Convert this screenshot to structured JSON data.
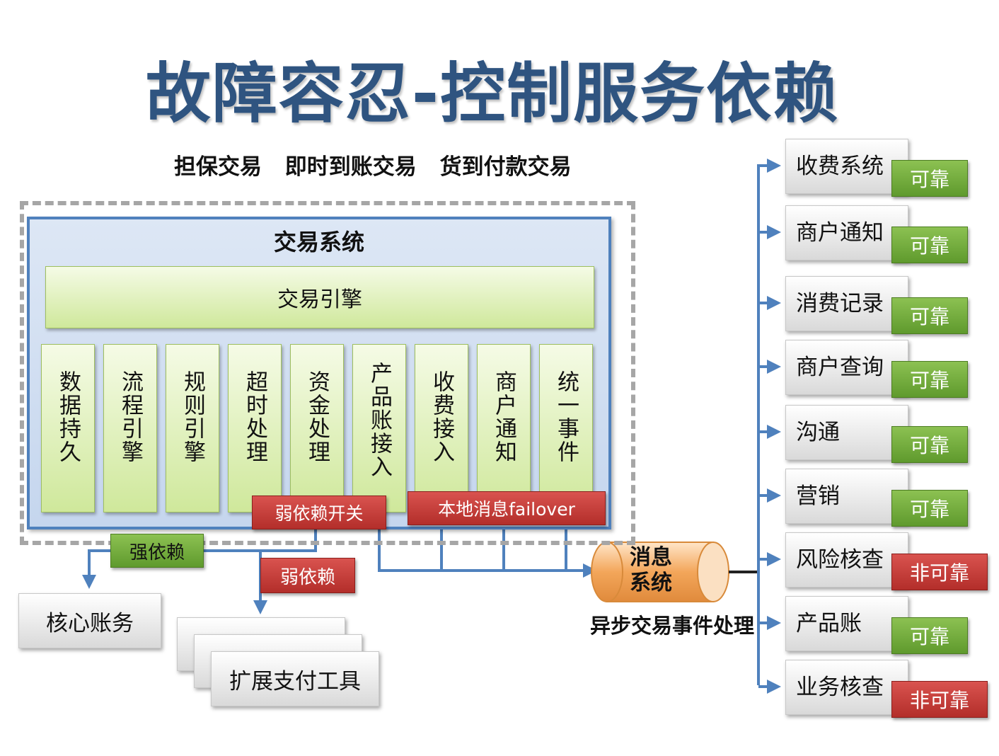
{
  "title": "故障容忍-控制服务依赖",
  "scenarios": [
    "担保交易",
    "即时到账交易",
    "货到付款交易"
  ],
  "trade_system": {
    "title": "交易系统",
    "engine": "交易引擎",
    "modules": [
      "数据持久",
      "流程引擎",
      "规则引擎",
      "超时处理",
      "资金处理",
      "产品账接入",
      "收费接入",
      "商户通知",
      "统一事件"
    ]
  },
  "tags": {
    "weak_switch": "弱依赖开关",
    "local_failover": "本地消息failover",
    "strong_dependency": "强依赖",
    "weak_dependency": "弱依赖"
  },
  "core_account": "核心账务",
  "extended_payment": "扩展支付工具",
  "message_system": {
    "line1": "消息",
    "line2": "系统"
  },
  "async_label": "异步交易事件处理",
  "downstream": [
    {
      "name": "收费系统",
      "status": "可靠",
      "reliable": true
    },
    {
      "name": "商户通知",
      "status": "可靠",
      "reliable": true
    },
    {
      "name": "消费记录",
      "status": "可靠",
      "reliable": true
    },
    {
      "name": "商户查询",
      "status": "可靠",
      "reliable": true
    },
    {
      "name": "沟通",
      "status": "可靠",
      "reliable": true
    },
    {
      "name": "营销",
      "status": "可靠",
      "reliable": true
    },
    {
      "name": "风险核查",
      "status": "非可靠",
      "reliable": false
    },
    {
      "name": "产品账",
      "status": "可靠",
      "reliable": true
    },
    {
      "name": "业务核查",
      "status": "非可靠",
      "reliable": false
    }
  ],
  "colors": {
    "title": "#2f5480",
    "line": "#4f81bd",
    "reliable": "#6aa434",
    "unreliable": "#c0392b",
    "queue": "#f0a050"
  }
}
